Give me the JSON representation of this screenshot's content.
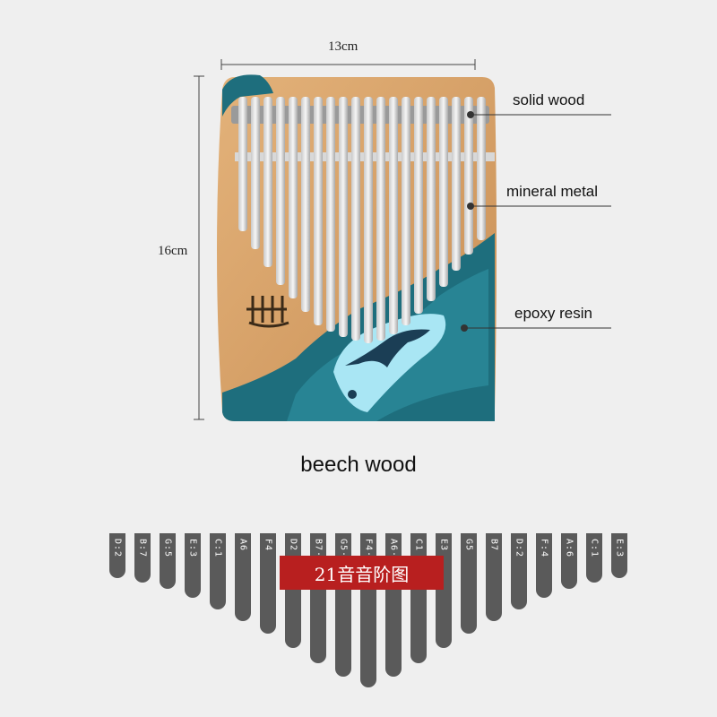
{
  "dimensions": {
    "width_label": "13cm",
    "height_label": "16cm"
  },
  "callouts": {
    "solid_wood": "solid wood",
    "mineral_metal": "mineral metal",
    "epoxy_resin": "epoxy resin"
  },
  "material_label": "beech wood",
  "chart_title": "21音音阶图",
  "keys": [
    "D:2",
    "B:7",
    "G:5",
    "E:3",
    "C:1",
    "A6",
    "F4",
    "D2",
    "B7·",
    "G5·",
    "F4·",
    "A6·",
    "C1",
    "E3",
    "G5",
    "B7",
    "D:2",
    "F:4",
    "A:6",
    "C:1",
    "E:3"
  ],
  "colors": {
    "wood": "#d49e63",
    "resin": "#1e6e7d",
    "key": "#5a5a5a",
    "title_bg": "#b81f1f"
  }
}
